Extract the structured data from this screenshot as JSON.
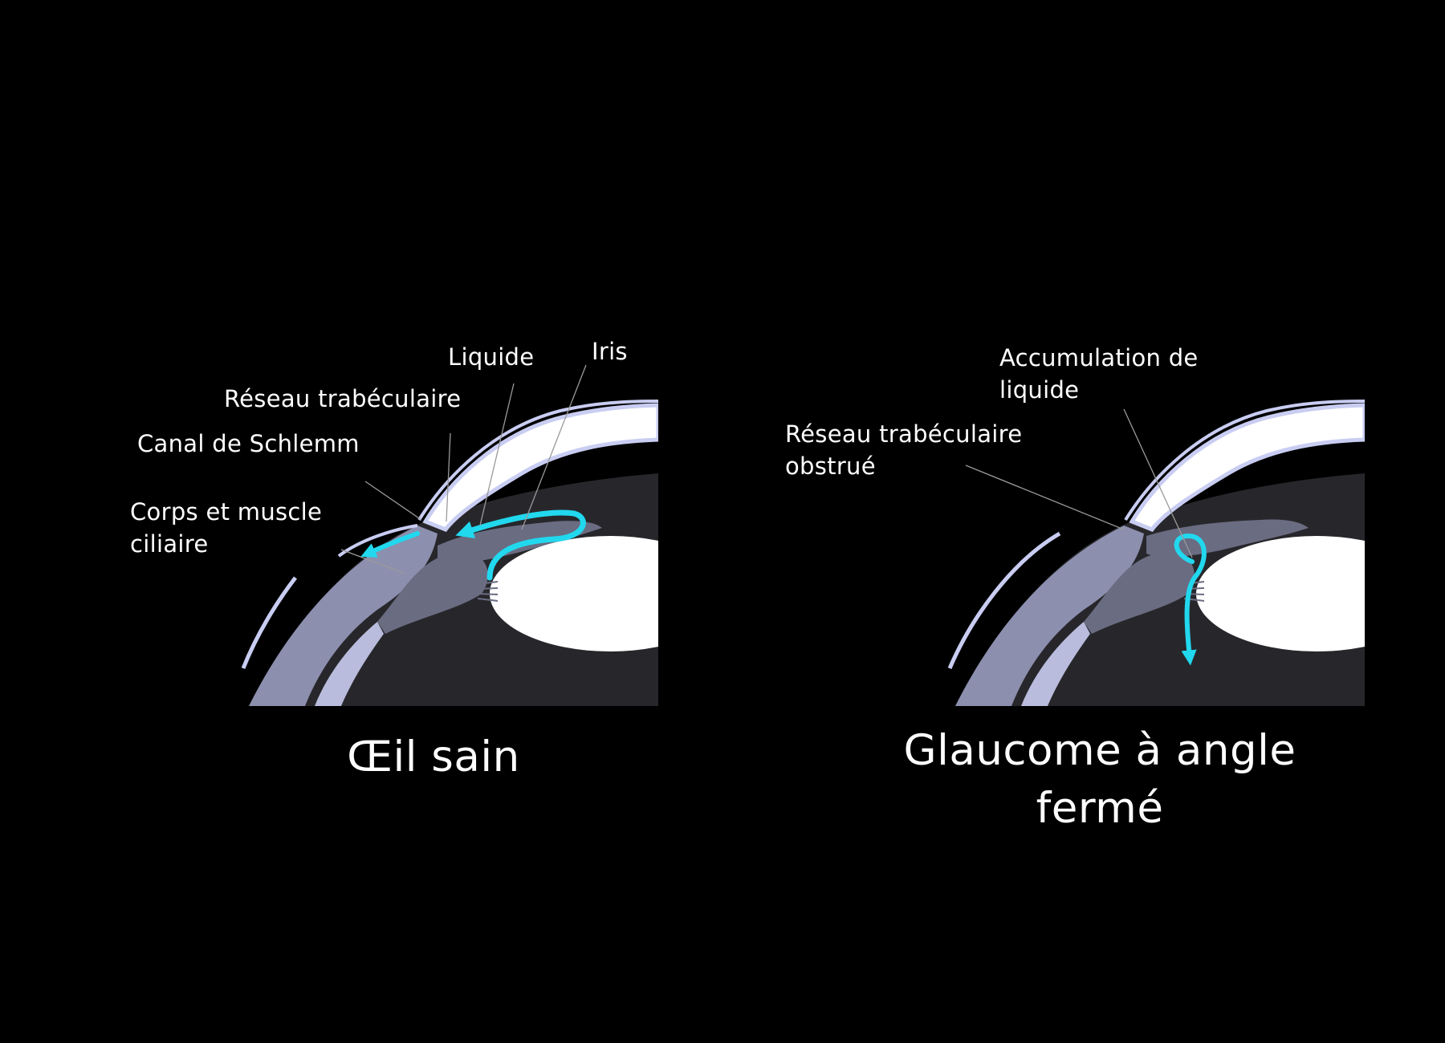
{
  "colors": {
    "background": "#000000",
    "eye_interior": "#27272b",
    "sclera": "#8c8fae",
    "sclera_light": "#b9bcdc",
    "cornea_edge": "#c9cdf2",
    "iris": "#6a6c82",
    "lens": "#ffffff",
    "flow_arrow": "#21d8ee",
    "leader_line": "#9a9a9a"
  },
  "healthy": {
    "caption": "Œil sain",
    "labels": {
      "liquide": "Liquide",
      "iris": "Iris",
      "reseau": "Réseau trabéculaire",
      "canal": "Canal de Schlemm",
      "corps_line1": "Corps et muscle",
      "corps_line2": "ciliaire"
    }
  },
  "glaucoma": {
    "caption_line1": "Glaucome à angle",
    "caption_line2": "fermé",
    "labels": {
      "accumulation_line1": "Accumulation de",
      "accumulation_line2": "liquide",
      "reseau_line1": "Réseau trabéculaire",
      "reseau_line2": "obstrué"
    }
  }
}
